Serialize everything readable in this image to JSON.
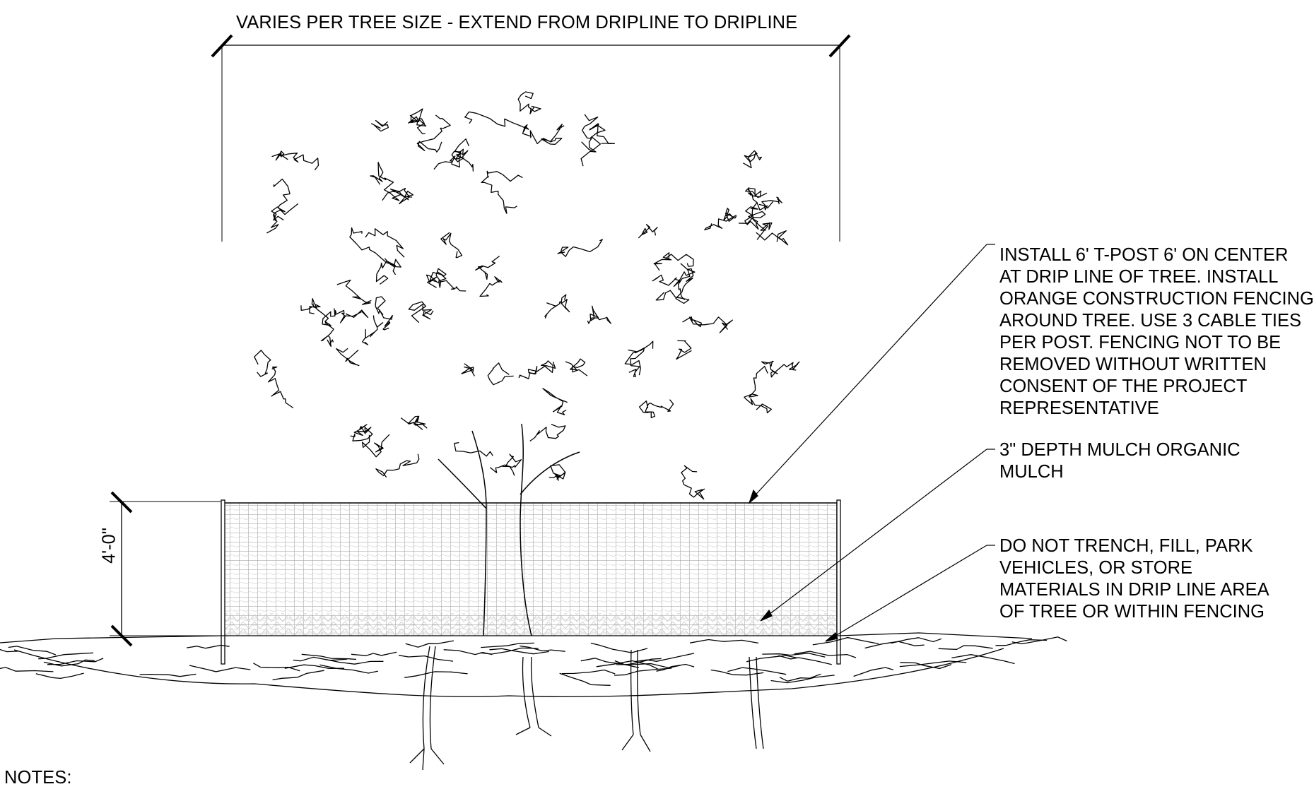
{
  "dimensions": {
    "width_label": "VARIES PER TREE SIZE - EXTEND FROM DRIPLINE TO DRIPLINE",
    "height_label": "4'-0\""
  },
  "callouts": {
    "install": {
      "lines": [
        "INSTALL 6' T-POST 6' ON CENTER",
        "AT DRIP LINE OF TREE. INSTALL",
        "ORANGE CONSTRUCTION FENCING",
        "AROUND TREE. USE 3 CABLE TIES",
        "PER POST. FENCING NOT TO BE",
        "REMOVED WITHOUT WRITTEN",
        "CONSENT OF THE PROJECT",
        "REPRESENTATIVE"
      ]
    },
    "mulch": {
      "lines": [
        "3\" DEPTH MULCH ORGANIC",
        "MULCH"
      ]
    },
    "donot": {
      "lines": [
        "DO NOT TRENCH, FILL, PARK",
        "VEHICLES, OR STORE",
        "MATERIALS IN DRIP LINE AREA",
        "OF TREE OR WITHIN FENCING"
      ]
    }
  },
  "notes": {
    "title": "NOTES:"
  },
  "colors": {
    "line": "#000000",
    "mesh": "#9a9a9a",
    "mulch": "#bdbdbd"
  }
}
